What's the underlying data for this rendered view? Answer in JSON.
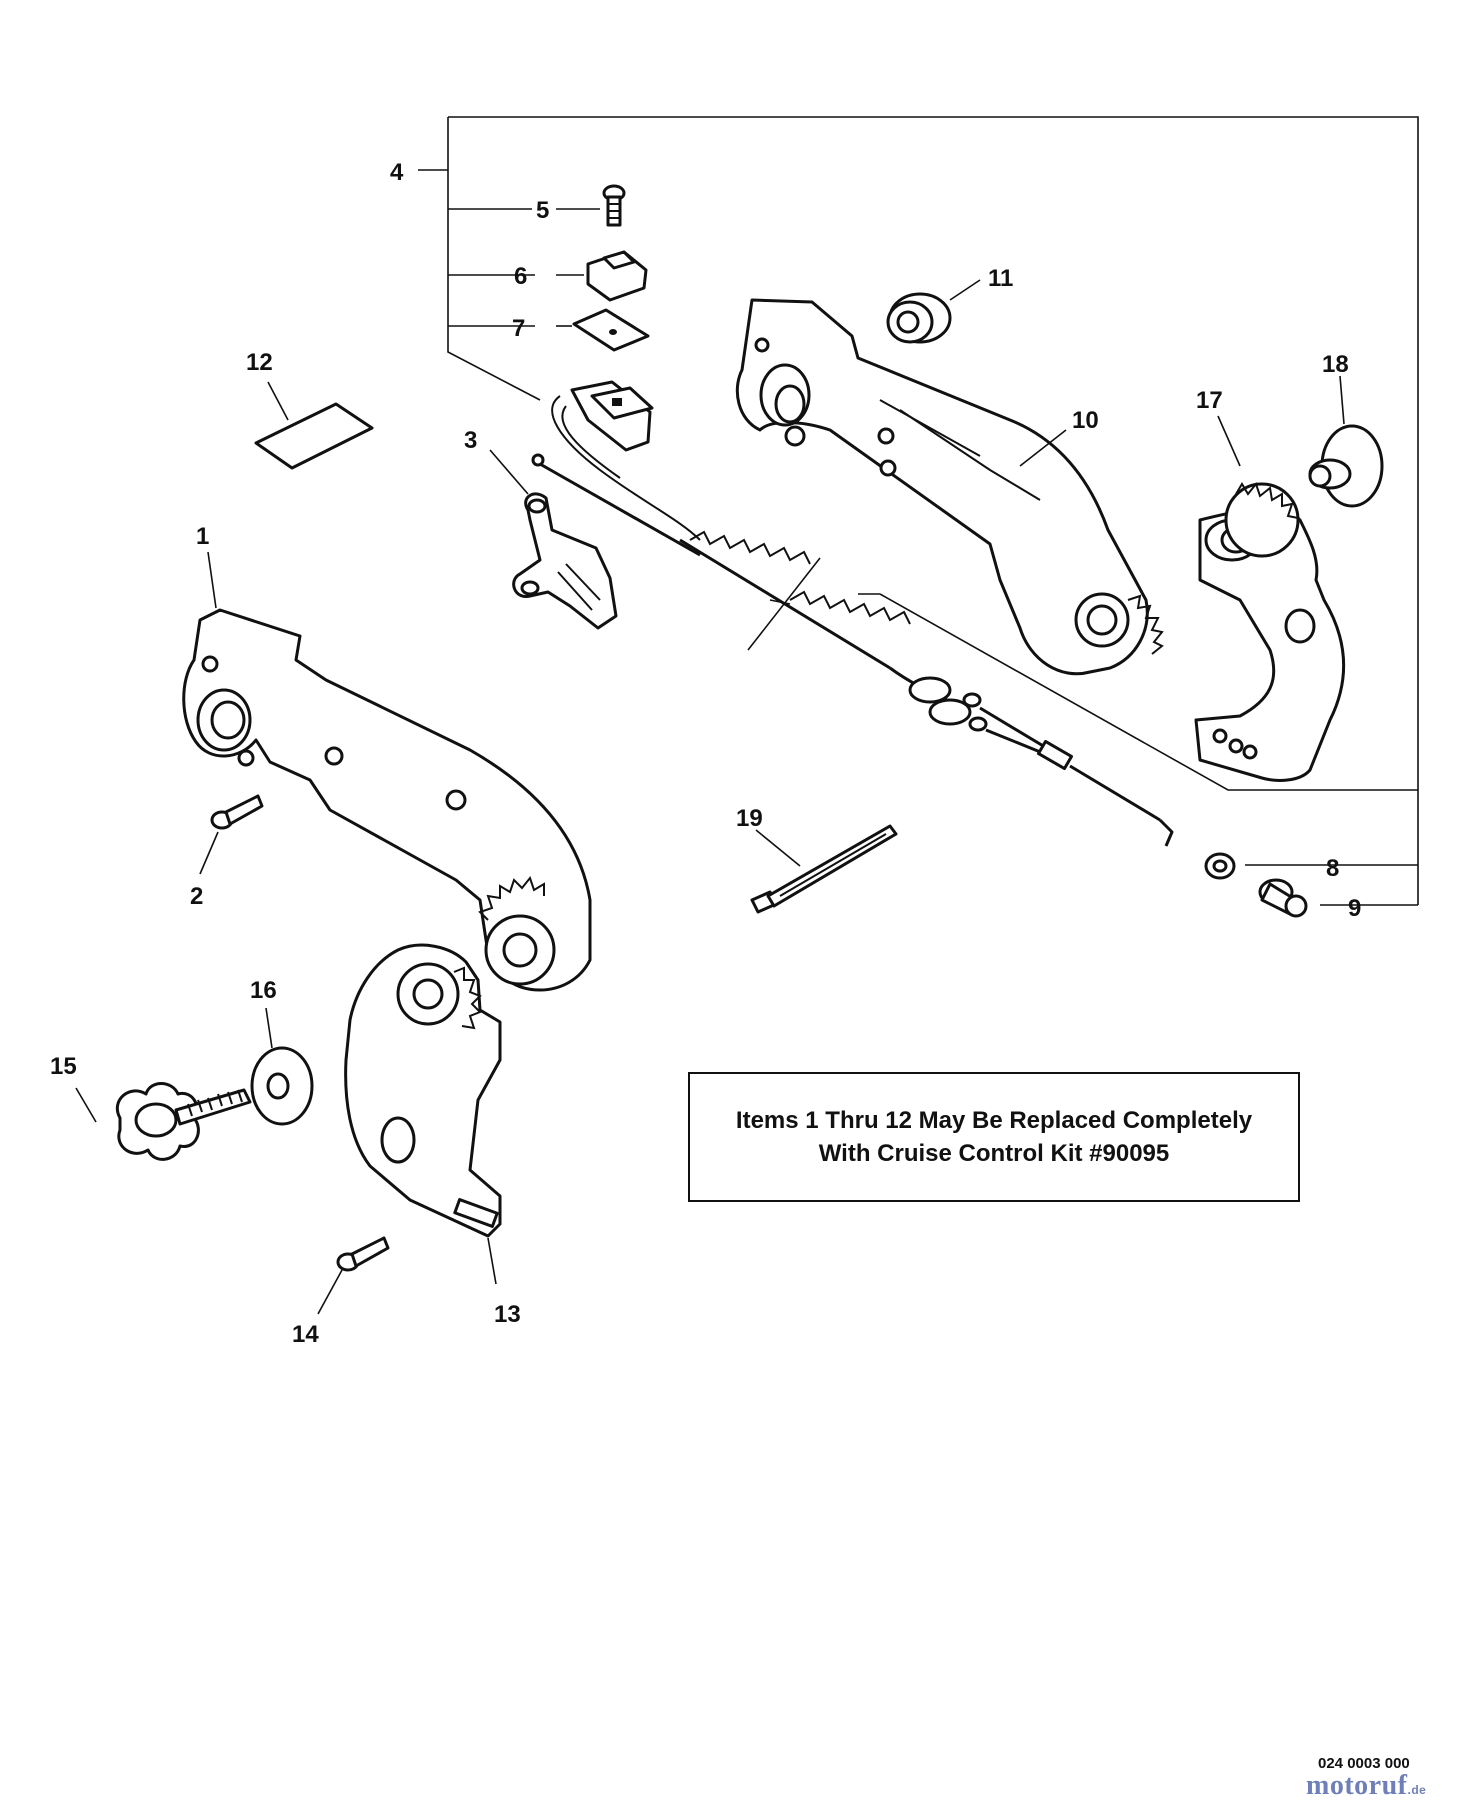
{
  "callouts": [
    {
      "id": "c1",
      "text": "1"
    },
    {
      "id": "c2",
      "text": "2"
    },
    {
      "id": "c3",
      "text": "3"
    },
    {
      "id": "c4",
      "text": "4"
    },
    {
      "id": "c5",
      "text": "5"
    },
    {
      "id": "c6",
      "text": "6"
    },
    {
      "id": "c7",
      "text": "7"
    },
    {
      "id": "c8",
      "text": "8"
    },
    {
      "id": "c9",
      "text": "9"
    },
    {
      "id": "c10",
      "text": "10"
    },
    {
      "id": "c11",
      "text": "11"
    },
    {
      "id": "c12",
      "text": "12"
    },
    {
      "id": "c13",
      "text": "13"
    },
    {
      "id": "c14",
      "text": "14"
    },
    {
      "id": "c15",
      "text": "15"
    },
    {
      "id": "c16",
      "text": "16"
    },
    {
      "id": "c17",
      "text": "17"
    },
    {
      "id": "c18",
      "text": "18"
    },
    {
      "id": "c19",
      "text": "19"
    }
  ],
  "note": {
    "line1": "Items 1 Thru 12 May Be Replaced Completely",
    "line2": "With Cruise Control Kit #90095"
  },
  "document_number": "024 0003 000",
  "watermark": {
    "text": "motoruf",
    "domain": ".de"
  }
}
